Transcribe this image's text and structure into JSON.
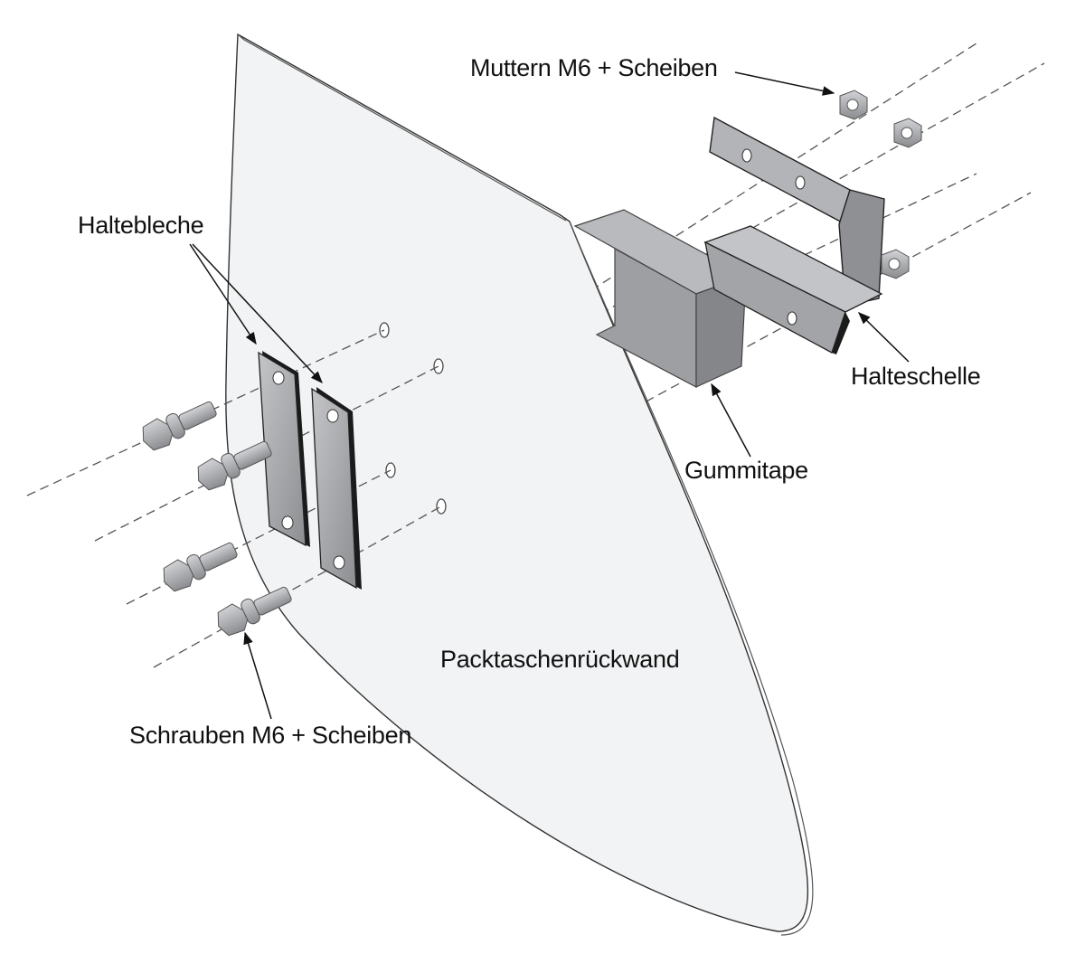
{
  "labels": {
    "nuts": "Muttern M6 + Scheiben",
    "plates": "Haltebleche",
    "clamp": "Halteschelle",
    "tape": "Gummitape",
    "panel": "Packtaschenrückwand",
    "bolts": "Schrauben M6 + Scheiben"
  },
  "colors": {
    "panel_fill": "#f2f3f4",
    "metal": "#a8a9ac",
    "metal_dark": "#6f7073",
    "outline": "#1a1a1a"
  }
}
